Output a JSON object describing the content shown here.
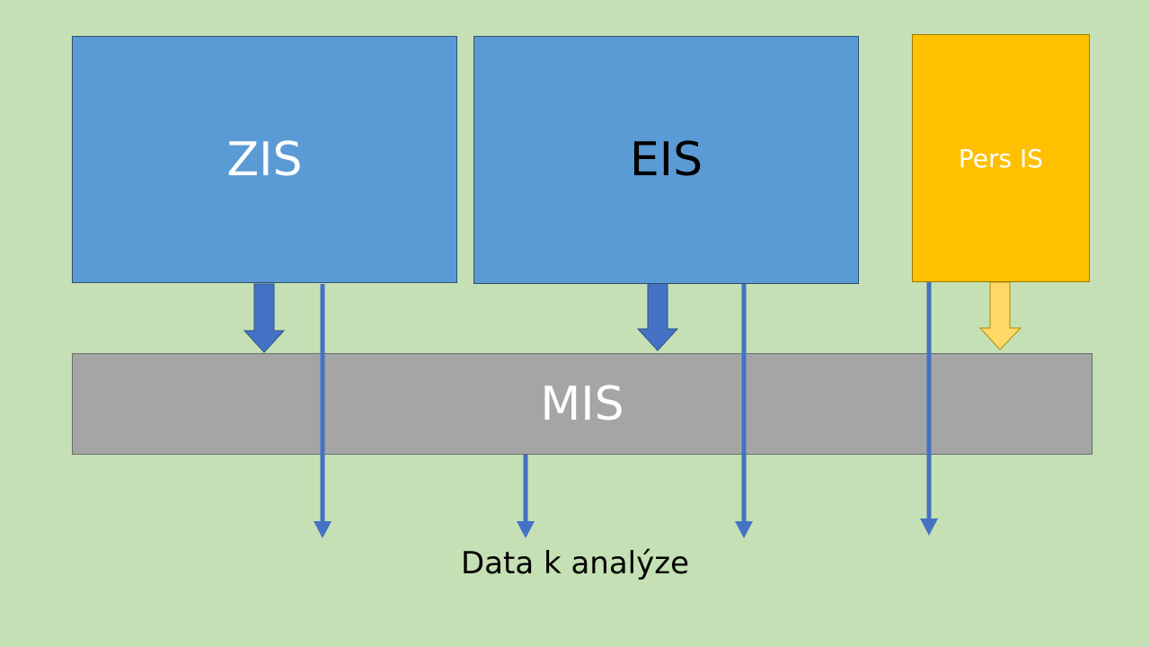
{
  "boxes": {
    "zis": "ZIS",
    "eis": "EIS",
    "pers": "Pers IS",
    "mis": "MIS"
  },
  "output_label": "Data k analýze",
  "colors": {
    "background": "#c5e0b4",
    "blue_box": "#5b9bd5",
    "yellow_box": "#ffc000",
    "gray_box": "#a5a5a5",
    "arrow_blue": "#4472c4",
    "arrow_yellow": "#ffd966"
  }
}
